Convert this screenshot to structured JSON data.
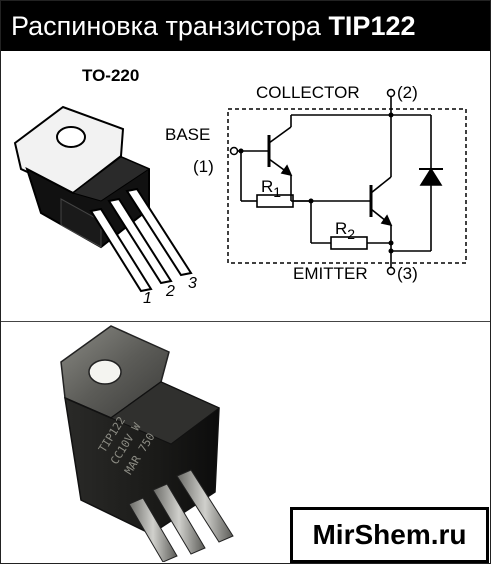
{
  "header": {
    "title_prefix": "Распиновка транзистора",
    "title_part": "TIP122"
  },
  "package": {
    "name": "TO-220",
    "pins": [
      "1",
      "2",
      "3"
    ]
  },
  "schematic": {
    "collector_label": "COLLECTOR",
    "collector_pin": "(2)",
    "base_label": "BASE",
    "base_pin": "(1)",
    "emitter_label": "EMITTER",
    "emitter_pin": "(3)",
    "r1_main": "R",
    "r1_sub": "1",
    "r2_main": "R",
    "r2_sub": "2"
  },
  "photo": {
    "marking_lines": [
      "TIP122",
      "CC10V  W",
      "MAR 750"
    ]
  },
  "watermark": {
    "text": "MirShem.ru"
  }
}
